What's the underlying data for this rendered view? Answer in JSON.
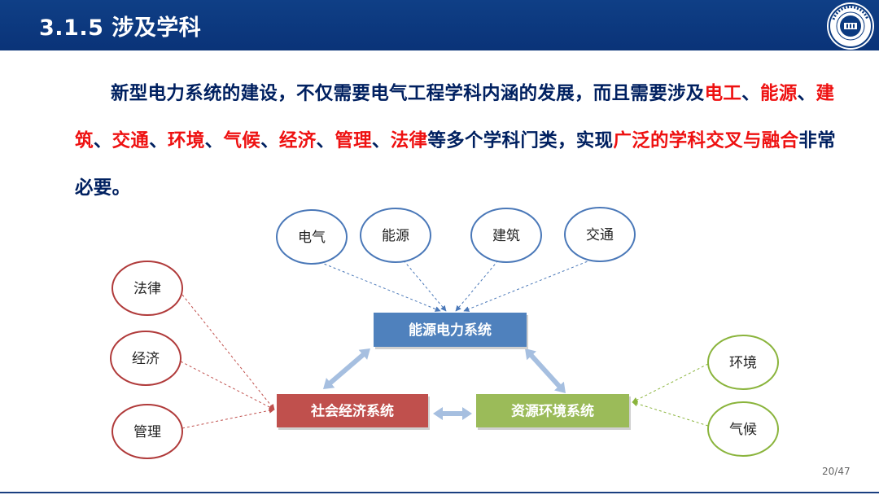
{
  "header": {
    "title": "3.1.5 涉及学科"
  },
  "paragraph": {
    "segments": [
      {
        "text": "新型电力系统的建设，不仅需要电气工程学科内涵的发展，而且需要涉及",
        "red": false
      },
      {
        "text": "电工",
        "red": true
      },
      {
        "text": "、",
        "red": false
      },
      {
        "text": "能源",
        "red": true
      },
      {
        "text": "、",
        "red": false
      },
      {
        "text": "建筑",
        "red": true
      },
      {
        "text": "、",
        "red": false
      },
      {
        "text": "交通",
        "red": true
      },
      {
        "text": "、",
        "red": false
      },
      {
        "text": "环境",
        "red": true
      },
      {
        "text": "、",
        "red": false
      },
      {
        "text": "气候",
        "red": true
      },
      {
        "text": "、",
        "red": false
      },
      {
        "text": "经济",
        "red": true
      },
      {
        "text": "、",
        "red": false
      },
      {
        "text": "管理",
        "red": true
      },
      {
        "text": "、",
        "red": false
      },
      {
        "text": "法律",
        "red": true
      },
      {
        "text": "等多个学科门类，实现",
        "red": false
      },
      {
        "text": "广泛的学科交叉与融合",
        "red": true
      },
      {
        "text": "非常必要。",
        "red": false
      }
    ]
  },
  "diagram": {
    "top_circles": [
      "电气",
      "能源",
      "建筑",
      "交通"
    ],
    "left_circles": [
      "法律",
      "经济",
      "管理"
    ],
    "right_circles": [
      "环境",
      "气候"
    ],
    "systems": {
      "energy": "能源电力系统",
      "social": "社会经济系统",
      "resource": "资源环境系统"
    }
  },
  "colors": {
    "header_bg": "#0b3a80",
    "text_blue": "#002060",
    "text_red": "#ee1111",
    "circle_blue": "#4a78b8",
    "circle_red": "#b03a3a",
    "circle_green": "#8ab43c",
    "box_blue": "#4f81bd",
    "box_red": "#c0504d",
    "box_green": "#9bbb59",
    "arrow_light": "#a6bfe0"
  },
  "logo": {
    "icon": "university-seal-icon"
  },
  "footer": {
    "page": "20/47"
  }
}
